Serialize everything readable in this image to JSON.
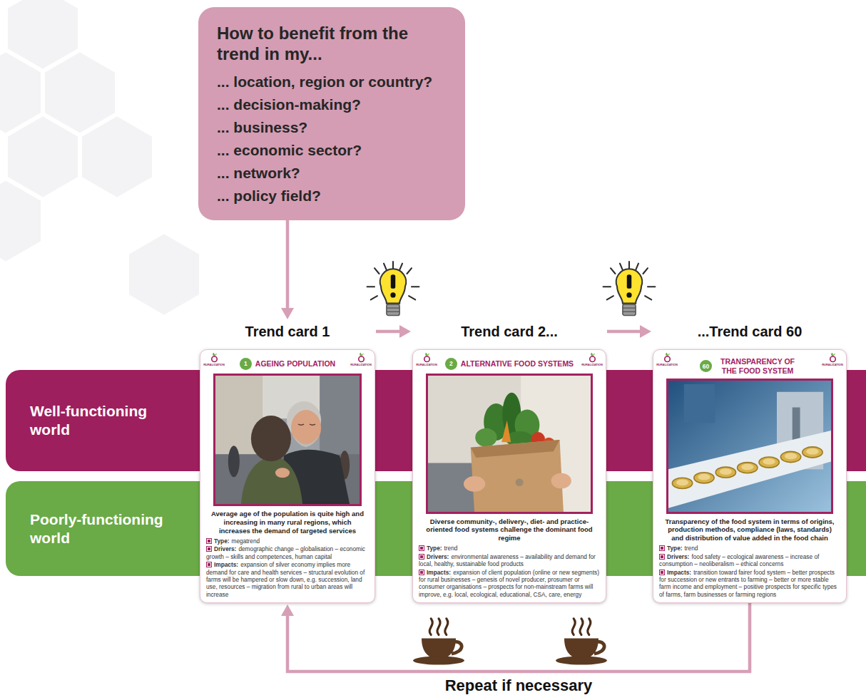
{
  "diagram": {
    "nodes": [
      {
        "text": [
          "How to benefit from the trend in my...",
          "... location, region or country?",
          "... decision-making?",
          "... business?",
          "... economic sector?",
          "... network?",
          "... policy field?"
        ]
      },
      {
        "text": [
          "Well-functioning world"
        ]
      },
      {
        "text": [
          "Poorly-functioning world"
        ]
      },
      {
        "text": [
          "Trend card 1",
          "AGEING POPULATION",
          "Average age of the population is quite high and increasing in many rural regions, which increases the demand of targeted services",
          "Type:",
          "megatrend",
          "Drivers:",
          "demographic change – globalisation – economic growth – skills and competences, human capital",
          "Impacts:",
          "expansion of silver economy implies more demand for care and health services – structural evolution of farms will be hampered or slow down, e.g. succession, land use, resources – migration from rural to urban areas will increase"
        ]
      },
      {
        "text": [
          "1"
        ],
        "in": 3
      },
      {
        "text": [
          "Trend card 2...",
          "ALTERNATIVE FOOD SYSTEMS",
          "Diverse community-, delivery-, diet- and practice-oriented food systems challenge the dominant food regime",
          "Type:",
          "trend",
          "Drivers:",
          "environmental awareness – availability and demand for local, healthy, sustainable food products",
          "Impacts:",
          "expansion of client population (online or new segments) for rural businesses – genesis of novel producer, prosumer or consumer organisations – prospects for non-mainstream farms will improve, e.g. local, ecological, educational, CSA, care, energy"
        ]
      },
      {
        "text": [
          "2"
        ],
        "in": 5
      },
      {
        "text": [
          "...Trend card 60",
          "TRANSPARENCY OF THE FOOD SYSTEM",
          "Transparency of the food system in terms of origins, production methods, compliance (laws, standards) and distribution of value added in the food chain",
          "Type:",
          "trend",
          "Drivers:",
          "food safety – ecological awareness – increase of consumption – neoliberalism – ethical concerns",
          "Impacts:",
          "transition toward fairer food system – better prospects for succession or new entrants to farming – better or more stable farm income and employment – positive prospects for specific types of farms, farm businesses or farming regions"
        ]
      },
      {
        "text": [
          "60"
        ],
        "in": 7
      }
    ],
    "edges": [
      {
        "from": 0,
        "to": 3,
        "arrow": "to"
      },
      {
        "from": 3,
        "to": 5,
        "arrow": "to"
      },
      {
        "from": 5,
        "to": 7,
        "arrow": "to"
      },
      {
        "from": 7,
        "to": 3,
        "label": "Repeat if necessary",
        "arrow": "to"
      }
    ],
    "labels": [
      "RURALIZATION",
      "RURALIZATION",
      "RURALIZATION",
      "RURALIZATION",
      "RURALIZATION",
      "RURALIZATION"
    ]
  }
}
